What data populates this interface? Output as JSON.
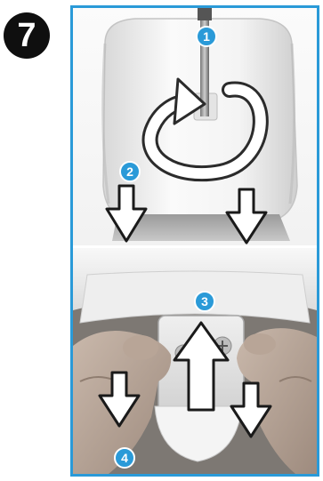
{
  "step": {
    "number": "7"
  },
  "callouts": [
    {
      "label": "1"
    },
    {
      "label": "2"
    },
    {
      "label": "3"
    },
    {
      "label": "4"
    }
  ],
  "icons": {
    "rotate": "rotate-arrow-icon",
    "down": "arrow-down-icon",
    "up": "arrow-up-icon"
  },
  "colors": {
    "accent": "#2a9ad8",
    "step_badge": "#0f0f0f"
  }
}
